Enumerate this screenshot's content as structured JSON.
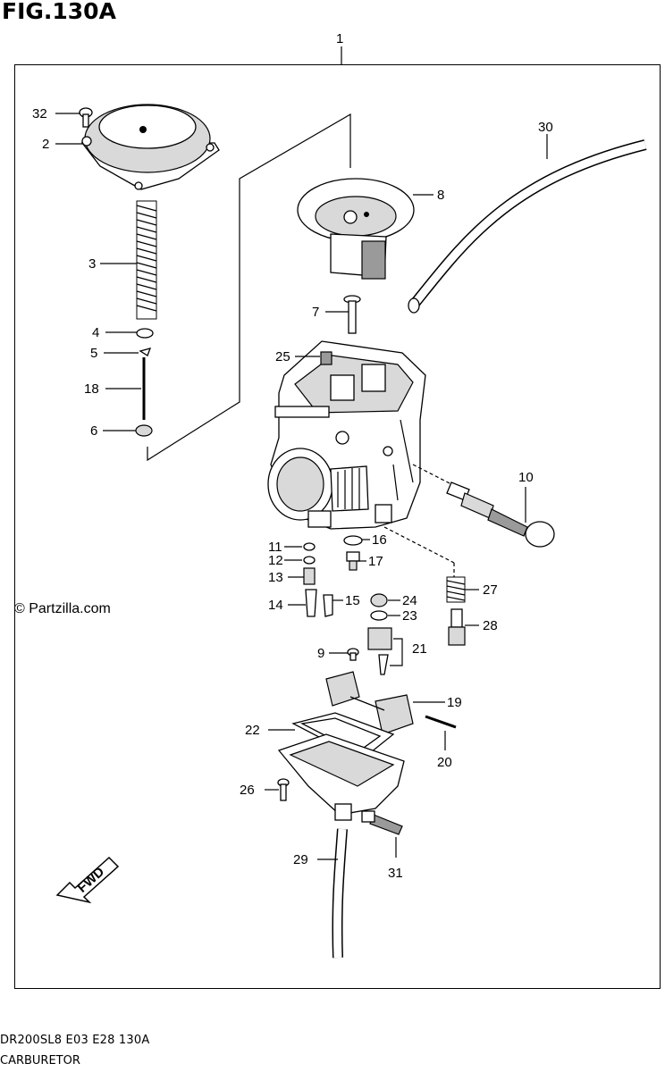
{
  "figure": {
    "title": "FIG.130A",
    "watermark": "© Partzilla.com",
    "footer_code": "DR200SL8  E03  E28  130A",
    "footer_name": "CARBURETOR",
    "fwd_label": "FWD"
  },
  "callouts": [
    "1",
    "2",
    "3",
    "4",
    "5",
    "6",
    "7",
    "8",
    "9",
    "10",
    "11",
    "12",
    "13",
    "14",
    "15",
    "16",
    "17",
    "18",
    "19",
    "20",
    "21",
    "22",
    "23",
    "24",
    "25",
    "26",
    "27",
    "28",
    "29",
    "30",
    "31",
    "32"
  ]
}
